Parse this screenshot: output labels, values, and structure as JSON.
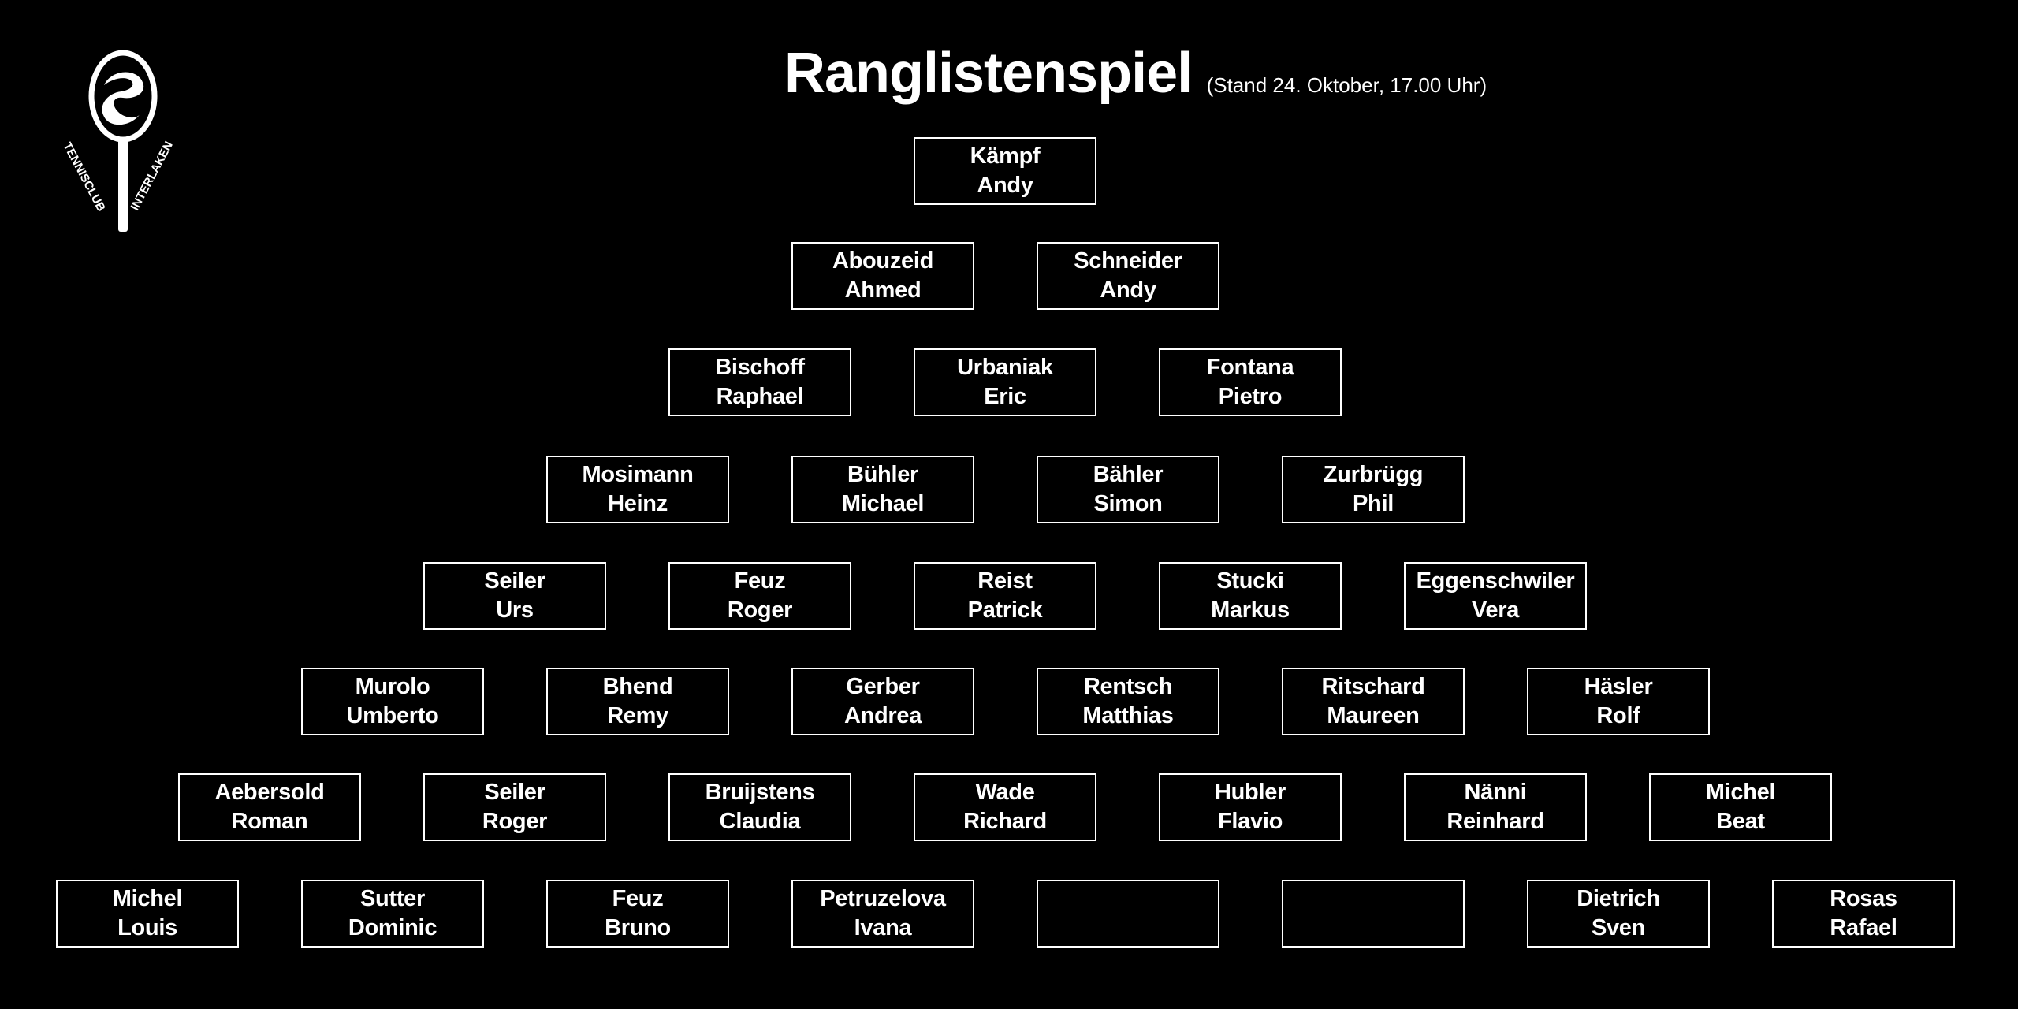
{
  "header": {
    "title": "Ranglistenspiel",
    "subtitle": "(Stand 24. Oktober, 17.00 Uhr)"
  },
  "logo": {
    "icon": "tennis-racket-logo",
    "text_left": "TENNISCLUB",
    "text_right": "INTERLAKEN"
  },
  "rows": [
    [
      {
        "last": "Kämpf",
        "first": "Andy"
      }
    ],
    [
      {
        "last": "Abouzeid",
        "first": "Ahmed"
      },
      {
        "last": "Schneider",
        "first": "Andy"
      }
    ],
    [
      {
        "last": "Bischoff",
        "first": "Raphael"
      },
      {
        "last": "Urbaniak",
        "first": "Eric"
      },
      {
        "last": "Fontana",
        "first": "Pietro"
      }
    ],
    [
      {
        "last": "Mosimann",
        "first": "Heinz"
      },
      {
        "last": "Bühler",
        "first": "Michael"
      },
      {
        "last": "Bähler",
        "first": "Simon"
      },
      {
        "last": "Zurbrügg",
        "first": "Phil"
      }
    ],
    [
      {
        "last": "Seiler",
        "first": "Urs"
      },
      {
        "last": "Feuz",
        "first": "Roger"
      },
      {
        "last": "Reist",
        "first": "Patrick"
      },
      {
        "last": "Stucki",
        "first": "Markus"
      },
      {
        "last": "Eggenschwiler",
        "first": "Vera"
      }
    ],
    [
      {
        "last": "Murolo",
        "first": "Umberto"
      },
      {
        "last": "Bhend",
        "first": "Remy"
      },
      {
        "last": "Gerber",
        "first": "Andrea"
      },
      {
        "last": "Rentsch",
        "first": "Matthias"
      },
      {
        "last": "Ritschard",
        "first": "Maureen"
      },
      {
        "last": "Häsler",
        "first": "Rolf"
      }
    ],
    [
      {
        "last": "Aebersold",
        "first": "Roman"
      },
      {
        "last": "Seiler",
        "first": "Roger"
      },
      {
        "last": "Bruijstens",
        "first": "Claudia"
      },
      {
        "last": "Wade",
        "first": "Richard"
      },
      {
        "last": "Hubler",
        "first": "Flavio"
      },
      {
        "last": "Nänni",
        "first": "Reinhard"
      },
      {
        "last": "Michel",
        "first": "Beat"
      }
    ],
    [
      {
        "last": "Michel",
        "first": "Louis"
      },
      {
        "last": "Sutter",
        "first": "Dominic"
      },
      {
        "last": "Feuz",
        "first": "Bruno"
      },
      {
        "last": "Petruzelova",
        "first": "Ivana"
      },
      {
        "last": "",
        "first": ""
      },
      {
        "last": "",
        "first": ""
      },
      {
        "last": "Dietrich",
        "first": "Sven"
      },
      {
        "last": "Rosas",
        "first": "Rafael"
      }
    ]
  ]
}
